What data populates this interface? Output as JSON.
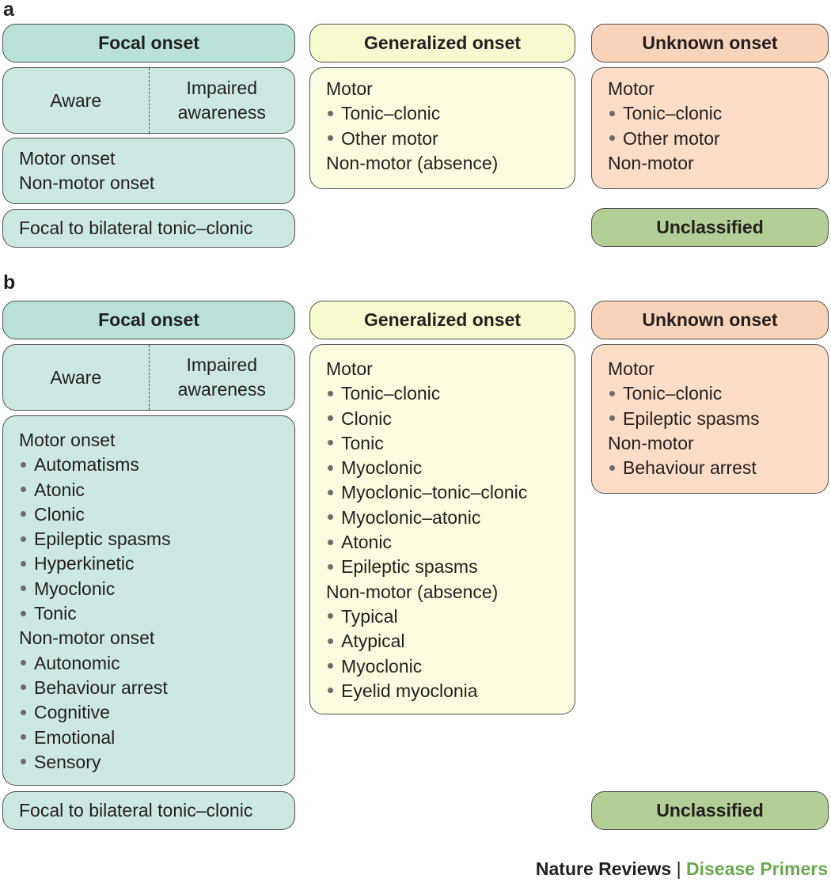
{
  "panels": {
    "a": {
      "label": "a",
      "focal": {
        "header": "Focal onset",
        "aware": "Aware",
        "impaired": [
          "Impaired",
          "awareness"
        ],
        "onset_items": [
          "Motor onset",
          "Non-motor onset"
        ],
        "bilateral": "Focal to bilateral tonic–clonic"
      },
      "generalized": {
        "header": "Generalized onset",
        "items": [
          {
            "text": "Motor",
            "bullet": false
          },
          {
            "text": "Tonic–clonic",
            "bullet": true
          },
          {
            "text": "Other motor",
            "bullet": true
          },
          {
            "text": "Non-motor (absence)",
            "bullet": false
          }
        ]
      },
      "unknown": {
        "header": "Unknown onset",
        "items": [
          {
            "text": "Motor",
            "bullet": false
          },
          {
            "text": "Tonic–clonic",
            "bullet": true
          },
          {
            "text": "Other motor",
            "bullet": true
          },
          {
            "text": "Non-motor",
            "bullet": false
          }
        ]
      },
      "unclassified": "Unclassified"
    },
    "b": {
      "label": "b",
      "focal": {
        "header": "Focal onset",
        "aware": "Aware",
        "impaired": [
          "Impaired",
          "awareness"
        ],
        "items": [
          {
            "text": "Motor onset",
            "bullet": false
          },
          {
            "text": "Automatisms",
            "bullet": true
          },
          {
            "text": "Atonic",
            "bullet": true
          },
          {
            "text": "Clonic",
            "bullet": true
          },
          {
            "text": "Epileptic spasms",
            "bullet": true
          },
          {
            "text": "Hyperkinetic",
            "bullet": true
          },
          {
            "text": "Myoclonic",
            "bullet": true
          },
          {
            "text": "Tonic",
            "bullet": true
          },
          {
            "text": "Non-motor onset",
            "bullet": false
          },
          {
            "text": "Autonomic",
            "bullet": true
          },
          {
            "text": "Behaviour arrest",
            "bullet": true
          },
          {
            "text": "Cognitive",
            "bullet": true
          },
          {
            "text": "Emotional",
            "bullet": true
          },
          {
            "text": "Sensory",
            "bullet": true
          }
        ],
        "bilateral": "Focal to bilateral tonic–clonic"
      },
      "generalized": {
        "header": "Generalized onset",
        "items": [
          {
            "text": "Motor",
            "bullet": false
          },
          {
            "text": "Tonic–clonic",
            "bullet": true
          },
          {
            "text": "Clonic",
            "bullet": true
          },
          {
            "text": "Tonic",
            "bullet": true
          },
          {
            "text": "Myoclonic",
            "bullet": true
          },
          {
            "text": "Myoclonic–tonic–clonic",
            "bullet": true
          },
          {
            "text": "Myoclonic–atonic",
            "bullet": true
          },
          {
            "text": "Atonic",
            "bullet": true
          },
          {
            "text": "Epileptic spasms",
            "bullet": true
          },
          {
            "text": "Non-motor (absence)",
            "bullet": false
          },
          {
            "text": "Typical",
            "bullet": true
          },
          {
            "text": "Atypical",
            "bullet": true
          },
          {
            "text": "Myoclonic",
            "bullet": true
          },
          {
            "text": "Eyelid myoclonia",
            "bullet": true
          }
        ]
      },
      "unknown": {
        "header": "Unknown onset",
        "items": [
          {
            "text": "Motor",
            "bullet": false
          },
          {
            "text": "Tonic–clonic",
            "bullet": true
          },
          {
            "text": "Epileptic spasms",
            "bullet": true
          },
          {
            "text": "Non-motor",
            "bullet": false
          },
          {
            "text": "Behaviour arrest",
            "bullet": true
          }
        ]
      },
      "unclassified": "Unclassified"
    }
  },
  "footer": {
    "journal": "Nature Reviews",
    "separator": "|",
    "series": "Disease Primers"
  },
  "colors": {
    "focal": "#cde7e3",
    "generalized": "#fcfde0",
    "unknown": "#fdddc8",
    "unclassified": "#b4cf95",
    "footer_accent": "#6aa84f"
  }
}
